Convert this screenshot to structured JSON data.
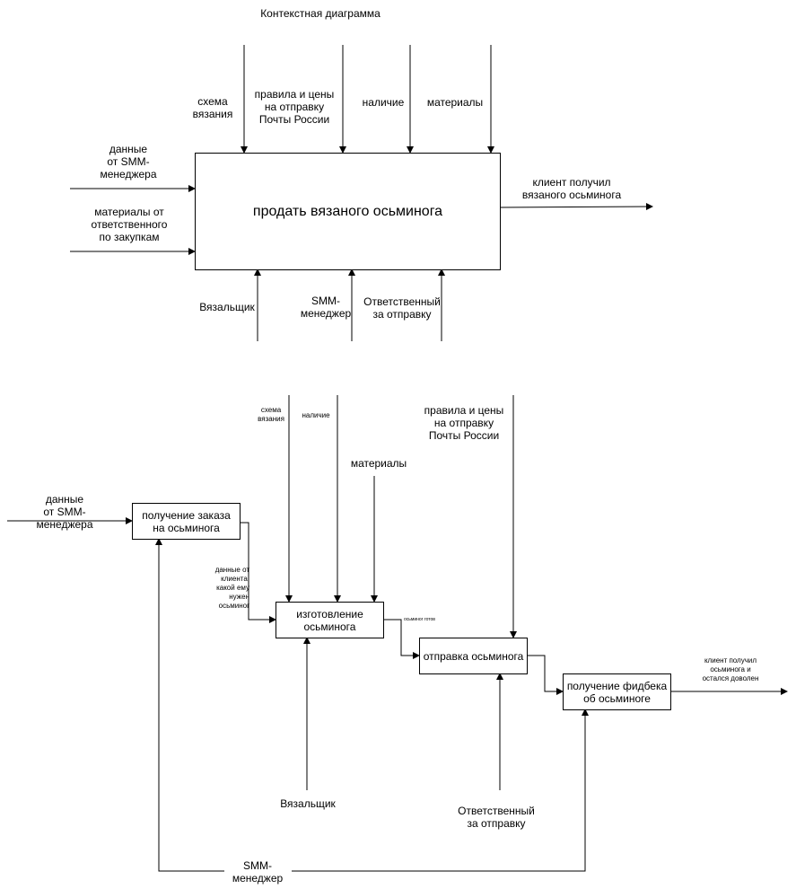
{
  "title": "Контекстная диаграмма",
  "context": {
    "main_box": "продать вязаного осьминога",
    "controls": [
      "схема\nвязания",
      "правила и цены\nна отправку\nПочты России",
      "наличие",
      "материалы"
    ],
    "inputs": [
      "данные\nот SMM-\nменеджера",
      "материалы от\nответственного\nпо закупкам"
    ],
    "output": "клиент получил\nвязаного осьминога",
    "mechanisms": [
      "Вязальщик",
      "SMM-\nменеджер",
      "Ответственный\nза отправку"
    ]
  },
  "decomposition": {
    "boxes": [
      "получение заказа\nна осьминога",
      "изготовление\nосьминога",
      "отправка осьминога",
      "получение фидбека\nоб осьминоге"
    ],
    "input": "данные\nот SMM-\nменеджера",
    "controls": [
      "схема\nвязания",
      "наличие",
      "материалы",
      "правила и цены\nна отправку\nПочты России"
    ],
    "flows": [
      "данные от\nклиента,\nкакой ему\nнужен\nосьминог",
      "осьминог готов"
    ],
    "output": "клиент получил\nосьминога и\nостался доволен",
    "mechanisms": [
      "Вязальщик",
      "Ответственный\nза отправку",
      "SMM-\nменеджер"
    ]
  },
  "colors": {
    "line": "#000000",
    "background": "#ffffff"
  }
}
